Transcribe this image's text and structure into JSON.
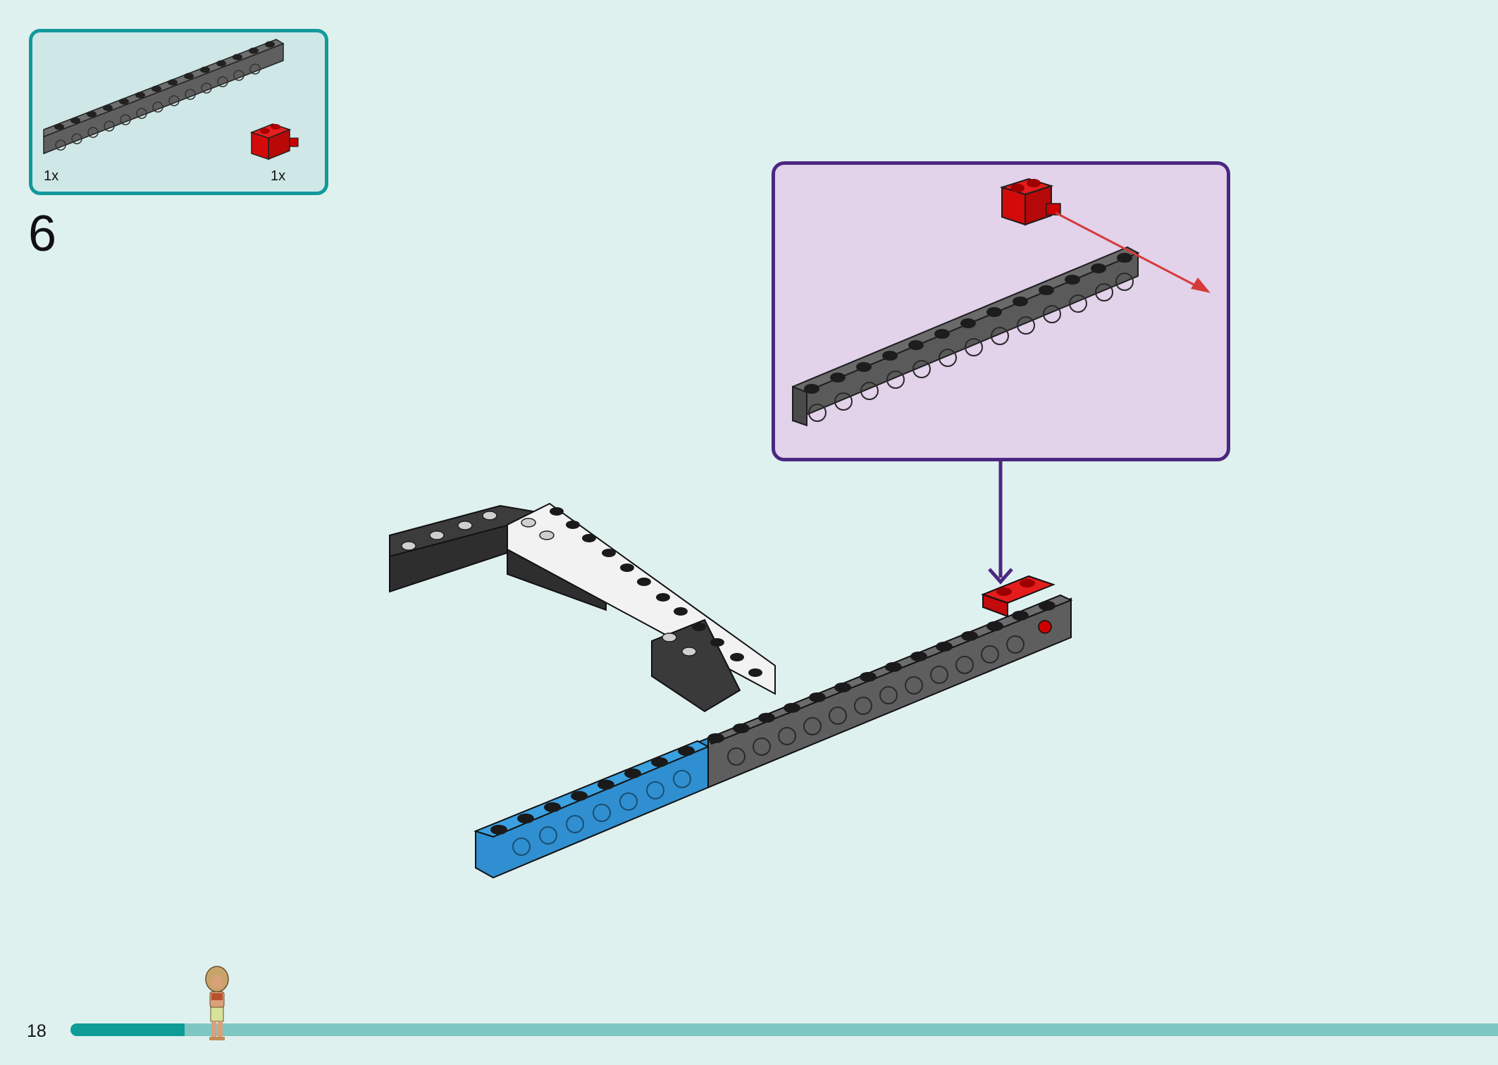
{
  "page": {
    "step_number": "6",
    "page_number": "18",
    "progress_fraction": 0.08
  },
  "parts_list": {
    "items": [
      {
        "part": "gray-technic-beam-1x14",
        "quantity": "1x",
        "color": "#5f5f5f"
      },
      {
        "part": "red-technic-brick-1x2-with-pin",
        "quantity": "1x",
        "color": "#d40a0a"
      }
    ]
  },
  "colors": {
    "background": "#dff1ef",
    "parts_box_border": "#13999a",
    "callout_border": "#4b2782",
    "callout_fill": "#e2d2ea",
    "progress_track": "#7ec7c3",
    "progress_fill": "#0f9c97",
    "beam_gray": "#5f5f5f",
    "beam_dark": "#3a3a3a",
    "beam_blue": "#2f8fd0",
    "brick_red": "#d40a0a",
    "arrow_red": "#d63a3a"
  },
  "icons": {
    "progress_marker": "minifigure-icon",
    "callout_arrow": "arrow-down-icon",
    "assembly_arrow": "arrow-diagonal-icon"
  }
}
